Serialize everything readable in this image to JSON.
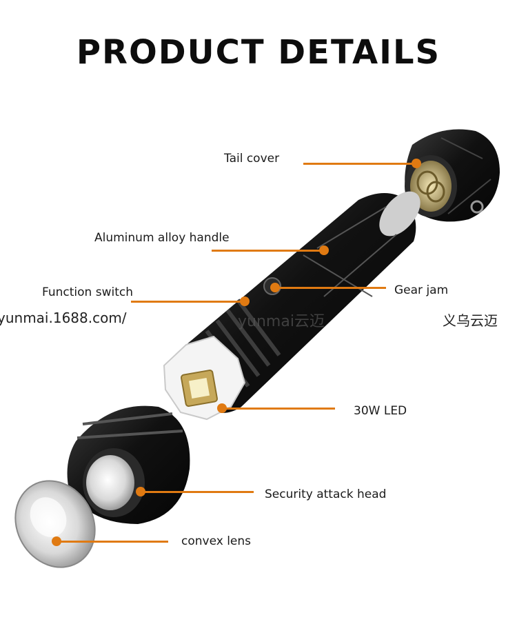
{
  "title": "PRODUCT DETAILS",
  "accent_color": "#e07a12",
  "watermarks": {
    "left_url": "yunmai.1688.com/",
    "center_logo": "yunmai云迈",
    "right_text": "义乌云迈"
  },
  "callouts": [
    {
      "id": "tail-cover",
      "label": "Tail cover"
    },
    {
      "id": "aluminum-alloy-handle",
      "label": "Aluminum alloy handle"
    },
    {
      "id": "function-switch",
      "label": "Function switch"
    },
    {
      "id": "gear-jam",
      "label": "Gear jam"
    },
    {
      "id": "30w-led",
      "label": "30W LED"
    },
    {
      "id": "security-attack-head",
      "label": "Security attack head"
    },
    {
      "id": "convex-lens",
      "label": "convex lens"
    }
  ]
}
